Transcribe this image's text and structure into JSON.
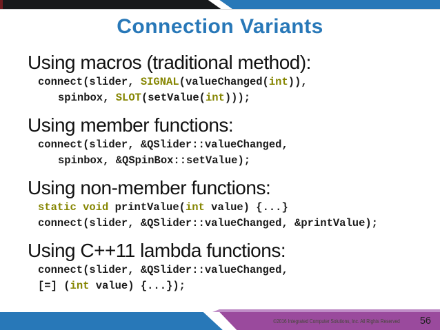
{
  "slide": {
    "title": "Connection Variants",
    "page_number": "56",
    "footer_copyright": "©2016 Integrated Computer Solutions, Inc. All Rights Reserved",
    "colors": {
      "accent_blue": "#2878b8",
      "accent_red": "#701c20",
      "bar_black": "#17191b",
      "bar_purple": "#9a4a9d",
      "bar_purple_light": "#bf8cc6",
      "keyword_olive": "#858500"
    },
    "sections": [
      {
        "heading": "Using macros (traditional method):",
        "code_lines": [
          {
            "indent": 0,
            "segments": [
              {
                "text": "connect(slider, ",
                "kw": false
              },
              {
                "text": "SIGNAL",
                "kw": true
              },
              {
                "text": "(valueChanged(",
                "kw": false
              },
              {
                "text": "int",
                "kw": true
              },
              {
                "text": ")),",
                "kw": false
              }
            ]
          },
          {
            "indent": 1,
            "segments": [
              {
                "text": "spinbox, ",
                "kw": false
              },
              {
                "text": "SLOT",
                "kw": true
              },
              {
                "text": "(setValue(",
                "kw": false
              },
              {
                "text": "int",
                "kw": true
              },
              {
                "text": ")));",
                "kw": false
              }
            ]
          }
        ]
      },
      {
        "heading": "Using member functions:",
        "code_lines": [
          {
            "indent": 0,
            "segments": [
              {
                "text": "connect(slider, &QSlider::valueChanged,",
                "kw": false
              }
            ]
          },
          {
            "indent": 1,
            "segments": [
              {
                "text": "spinbox, &QSpinBox::setValue);",
                "kw": false
              }
            ]
          }
        ]
      },
      {
        "heading": "Using non-member functions:",
        "code_lines": [
          {
            "indent": 0,
            "segments": [
              {
                "text": "static void ",
                "kw": true
              },
              {
                "text": "printValue(",
                "kw": false
              },
              {
                "text": "int",
                "kw": true
              },
              {
                "text": " value) {...}",
                "kw": false
              }
            ]
          },
          {
            "indent": 0,
            "segments": [
              {
                "text": "connect(slider, &QSlider::valueChanged, &printValue);",
                "kw": false
              }
            ]
          }
        ]
      },
      {
        "heading": "Using C++11 lambda functions:",
        "code_lines": [
          {
            "indent": 0,
            "segments": [
              {
                "text": "connect(slider, &QSlider::valueChanged,",
                "kw": false
              }
            ]
          },
          {
            "indent": 0,
            "segments": [
              {
                "text": "[=] (",
                "kw": false
              },
              {
                "text": "int",
                "kw": true
              },
              {
                "text": " value) {...});",
                "kw": false
              }
            ]
          }
        ]
      }
    ]
  }
}
